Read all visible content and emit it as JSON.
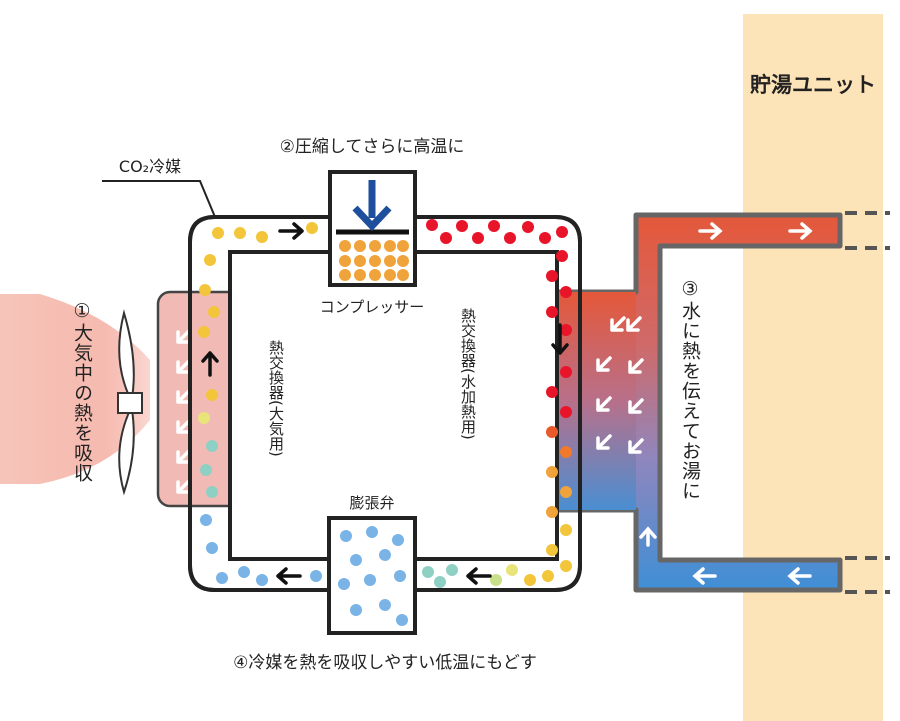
{
  "labels": {
    "tank_unit": "貯湯ユニット",
    "refrigerant": "CO₂冷媒",
    "step2": "②圧縮してさらに高温に",
    "compressor": "コンプレッサー",
    "step1_vertical": "①大気中の熱を吸収",
    "hx_air_vertical": "熱交換器(大気用)",
    "hx_water_vertical": "熱交換器(水加熱用)",
    "expansion_valve": "膨張弁",
    "step3_vertical": "③水に熱を伝えてお湯に",
    "step4": "④冷媒を熱を吸収しやすい低温にもどす"
  },
  "colors": {
    "tank_bg": "#fce4b8",
    "tank_title": "#e8593a",
    "loop_pipe": "#222222",
    "air_hx": "#f2bab5",
    "hot_water": "#e4583a",
    "cold_water": "#3f8fd6",
    "hot_particle": "#e8142a",
    "warm_particle": "#f0a33a",
    "cool_particle": "#8fd0c4",
    "cold_particle": "#7ab4e6",
    "compress_arrow": "#1d4f9c"
  },
  "icons": [
    "fan-icon",
    "down-arrow-icon",
    "flow-arrow-icon"
  ]
}
